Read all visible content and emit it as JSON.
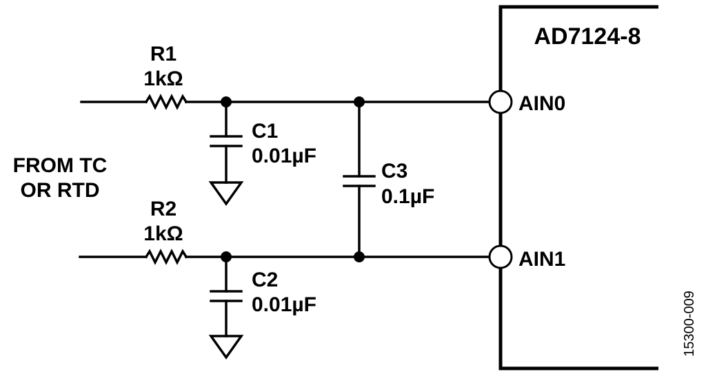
{
  "chip": {
    "name": "AD7124-8"
  },
  "pins": {
    "ain0": "AIN0",
    "ain1": "AIN1"
  },
  "source": {
    "line1": "FROM TC",
    "line2": "OR RTD"
  },
  "r1": {
    "ref": "R1",
    "value": "1kΩ"
  },
  "r2": {
    "ref": "R2",
    "value": "1kΩ"
  },
  "c1": {
    "ref": "C1",
    "value": "0.01µF"
  },
  "c2": {
    "ref": "C2",
    "value": "0.01µF"
  },
  "c3": {
    "ref": "C3",
    "value": "0.1µF"
  },
  "figure_id": "15300-009"
}
